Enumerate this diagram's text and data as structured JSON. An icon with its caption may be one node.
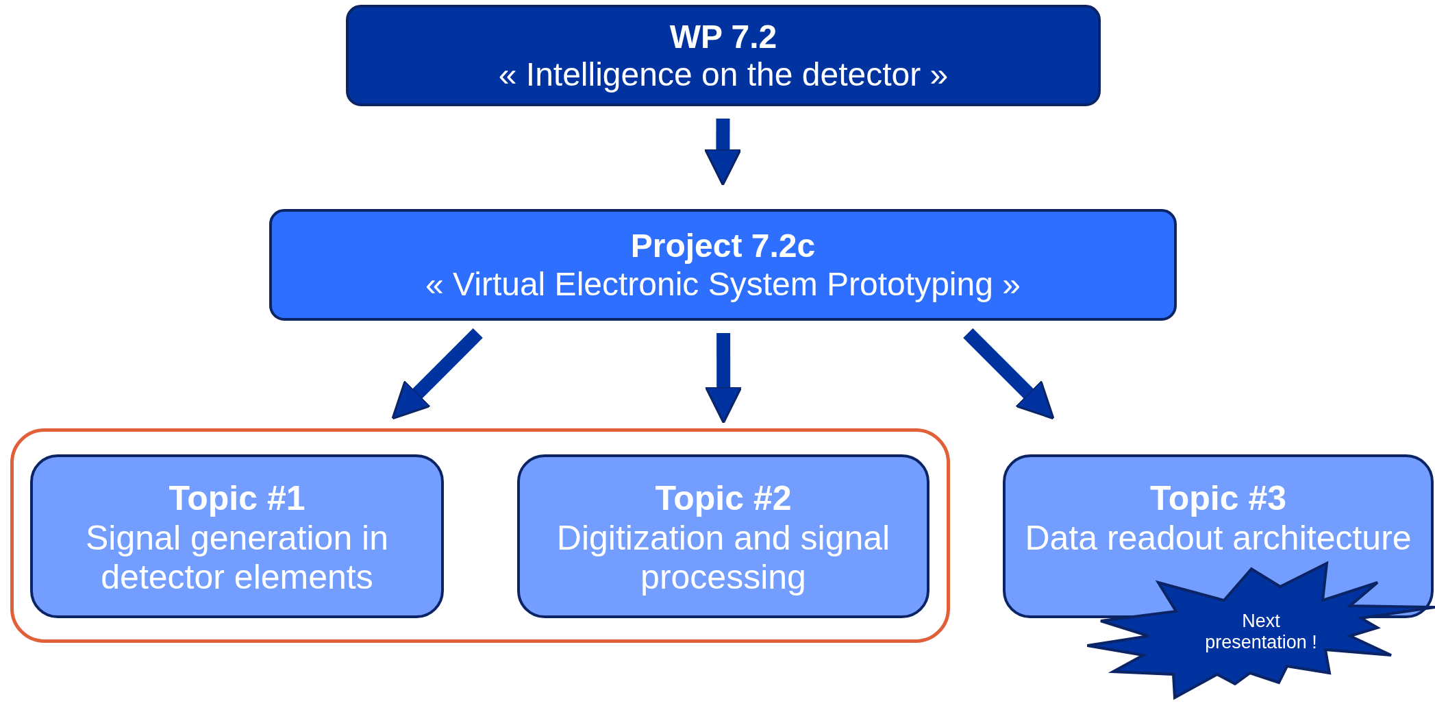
{
  "diagram": {
    "nodes": [
      {
        "text": [
          "WP 7.2",
          "« Intelligence on the detector »"
        ]
      },
      {
        "text": [
          "Project 7.2c",
          "« Virtual Electronic System Prototyping »"
        ]
      },
      {
        "text": [],
        "shape": "box"
      },
      {
        "text": [
          "Topic #1",
          "Signal generation in detector elements"
        ],
        "in": 2
      },
      {
        "text": [
          "Topic #2",
          "Digitization and signal processing"
        ],
        "in": 2
      },
      {
        "text": [
          "Topic #3",
          "Data readout architecture"
        ]
      },
      {
        "text": [
          "Next presentation !"
        ]
      }
    ],
    "edges": [
      {
        "from": 0,
        "to": 1,
        "arrow": "to"
      },
      {
        "from": 1,
        "to": 3,
        "arrow": "to"
      },
      {
        "from": 1,
        "to": 4,
        "arrow": "to"
      },
      {
        "from": 1,
        "to": 5,
        "arrow": "to"
      }
    ]
  }
}
